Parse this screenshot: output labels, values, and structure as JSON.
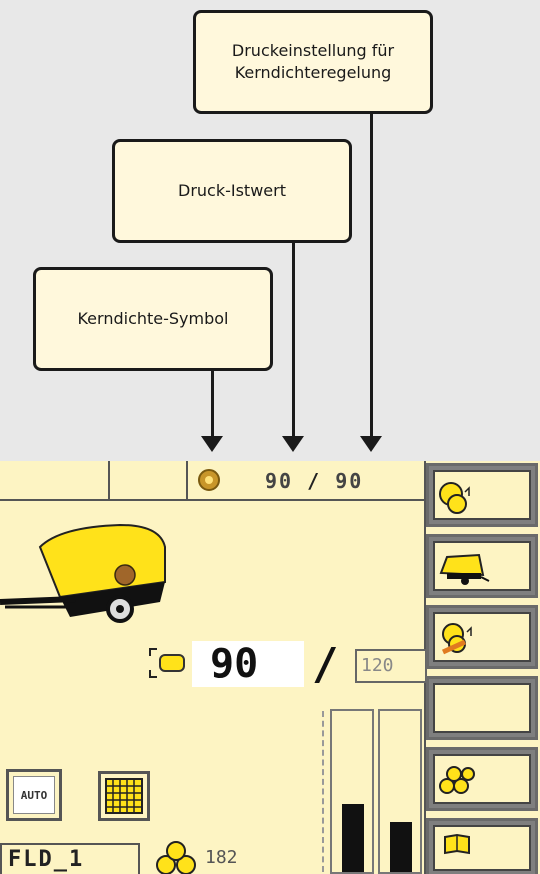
{
  "callouts": {
    "pressure_setting": "Druckeinstellung für\nKerndichteregelung",
    "pressure_actual": "Druck-Istwert",
    "core_density_symbol": "Kerndichte-Symbol"
  },
  "header": {
    "pressure_actual_value": "90",
    "separator": "/",
    "pressure_setting_value": "90"
  },
  "main": {
    "core_pressure_value": "90",
    "separator": "/",
    "max_value": "120"
  },
  "bottom": {
    "auto_label": "AUTO",
    "field_label": "FLD_1",
    "bale_count": "182"
  },
  "colors": {
    "screen_bg": "#fdf4c3",
    "bale_yellow": "#ffe21a",
    "side_gray": "#7f7f7f",
    "callout_bg": "#fff8dc"
  }
}
